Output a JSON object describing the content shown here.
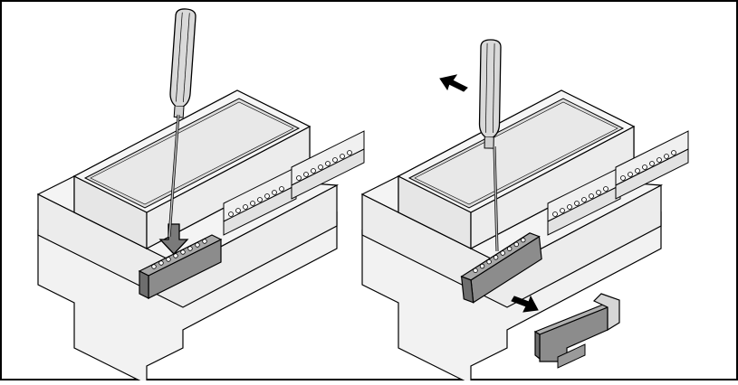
{
  "figure": {
    "panels": [
      {
        "id": "step-insert",
        "action": "press-down-with-screwdriver"
      },
      {
        "id": "step-remove",
        "action": "tilt-screwdriver-and-pull-out-terminal"
      }
    ],
    "colors": {
      "outline": "#000000",
      "housing": "#f2f2f2",
      "housing_shade": "#e0e0e0",
      "window": "#dcdcdc",
      "connector": "#8c8c8c",
      "connector_dark": "#6e6e6e",
      "screwdriver_handle": "#d9d9d9",
      "arrow_fill": "#7a7a7a"
    },
    "icons": [
      "screwdriver-icon",
      "arrow-down-icon",
      "arrow-up-left-icon",
      "arrow-down-right-icon"
    ],
    "terminal_screws_per_block": 8
  }
}
